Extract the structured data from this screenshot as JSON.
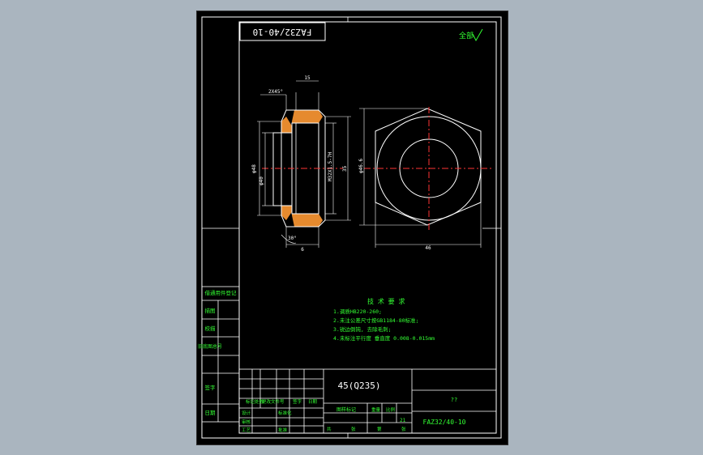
{
  "drawing": {
    "part_code": "FAZ32/40-10",
    "material": "45(Q235)",
    "title_field": "??",
    "bottom_code": "FAZ32/40-10",
    "scale_value": "21",
    "roughness_label": "全部"
  },
  "tech_notes": {
    "heading": "技 术 要 求",
    "lines": [
      "1.调质HB220-260;",
      "2.未注公差尺寸按GB1184-80标准;",
      "3.锐边倒钝, 去除毛刺;",
      "4.未标注平行度 垂直度 0.008-0.015mm"
    ]
  },
  "dimensions": {
    "chamfer_note": "2X45°",
    "width_top": "15",
    "dia_left_1": "φ48",
    "dia_left_2": "φ40",
    "thread": "M32X1.5-7H",
    "dia_right": "35",
    "across_corners": "φ46.6",
    "angle": "30°",
    "width_bottom": "6",
    "across_flats": "46"
  },
  "side_table": {
    "rows": [
      "借通用件登记",
      "描图",
      "校描",
      "旧底图总号",
      "签字",
      "日期"
    ]
  },
  "title_block": {
    "labels": [
      "标记",
      "处数",
      "更改文件号",
      "签字",
      "日期",
      "设计",
      "标准化",
      "审核",
      "工艺",
      "批准",
      "图样标记",
      "重量",
      "比例",
      "共",
      "张",
      "第",
      "张"
    ]
  },
  "colors": {
    "sheet": "#000000",
    "border": "#ffffff",
    "geometry": "#ffffff",
    "text": "#33ff33",
    "centerline": "#ff3333",
    "hatch": "#ff9933"
  }
}
